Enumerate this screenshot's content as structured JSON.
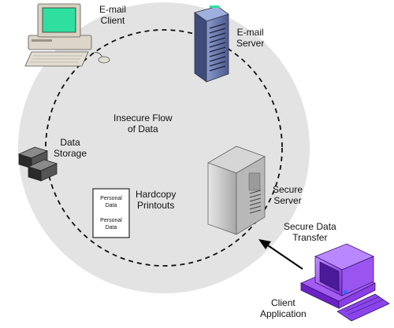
{
  "labels": {
    "email_client": [
      "E-mail",
      "Client"
    ],
    "email_server": [
      "E-mail",
      "Server"
    ],
    "insecure_flow": [
      "Insecure Flow",
      "of Data"
    ],
    "data_storage": [
      "Data",
      "Storage"
    ],
    "hardcopy": [
      "Hardcopy",
      "Printouts"
    ],
    "paper_top": [
      "Personal",
      "Data"
    ],
    "paper_bottom": [
      "Personal",
      "Data"
    ],
    "secure_server": [
      "Secure",
      "Server"
    ],
    "secure_transfer": [
      "Secure Data",
      "Transfer"
    ],
    "client_app": [
      "Client",
      "Application"
    ]
  },
  "icons": {
    "email_client": "desktop-computer-icon",
    "email_server": "tower-server-icon",
    "data_storage": "storage-boxes-icon",
    "hardcopy": "paper-printout-icon",
    "secure_server": "server-cabinet-icon",
    "client_app": "purple-computer-icon",
    "flow_arrow": "arrow-icon"
  },
  "colors": {
    "circle_fill": "#e3e3e3",
    "dashed_ring": "#111111",
    "client_screen": "#2fdf9f",
    "server_blue": "#6d7fb5",
    "server_gray": "#c8c8c8",
    "client_purple": "#a35cf0",
    "client_screen_purple": "#7a33d6"
  }
}
